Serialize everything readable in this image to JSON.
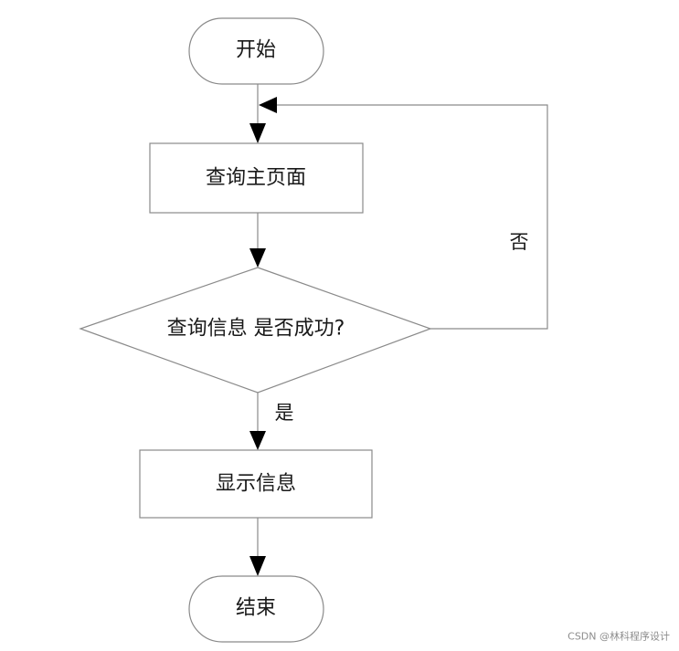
{
  "flowchart": {
    "nodes": {
      "start": {
        "label": "开始",
        "shape": "terminator"
      },
      "query_home": {
        "label": "查询主页面",
        "shape": "process"
      },
      "decision": {
        "label": "查询信息 是否成功?",
        "shape": "decision"
      },
      "show_info": {
        "label": "显示信息",
        "shape": "process"
      },
      "end": {
        "label": "结束",
        "shape": "terminator"
      }
    },
    "edges": {
      "yes_label": "是",
      "no_label": "否"
    }
  },
  "watermark": "CSDN @林科程序设计",
  "colors": {
    "stroke": "#8a8a8a",
    "arrowhead": "#000000",
    "text": "#1a1a1a",
    "background": "#ffffff",
    "watermark": "#8c8c8c"
  }
}
